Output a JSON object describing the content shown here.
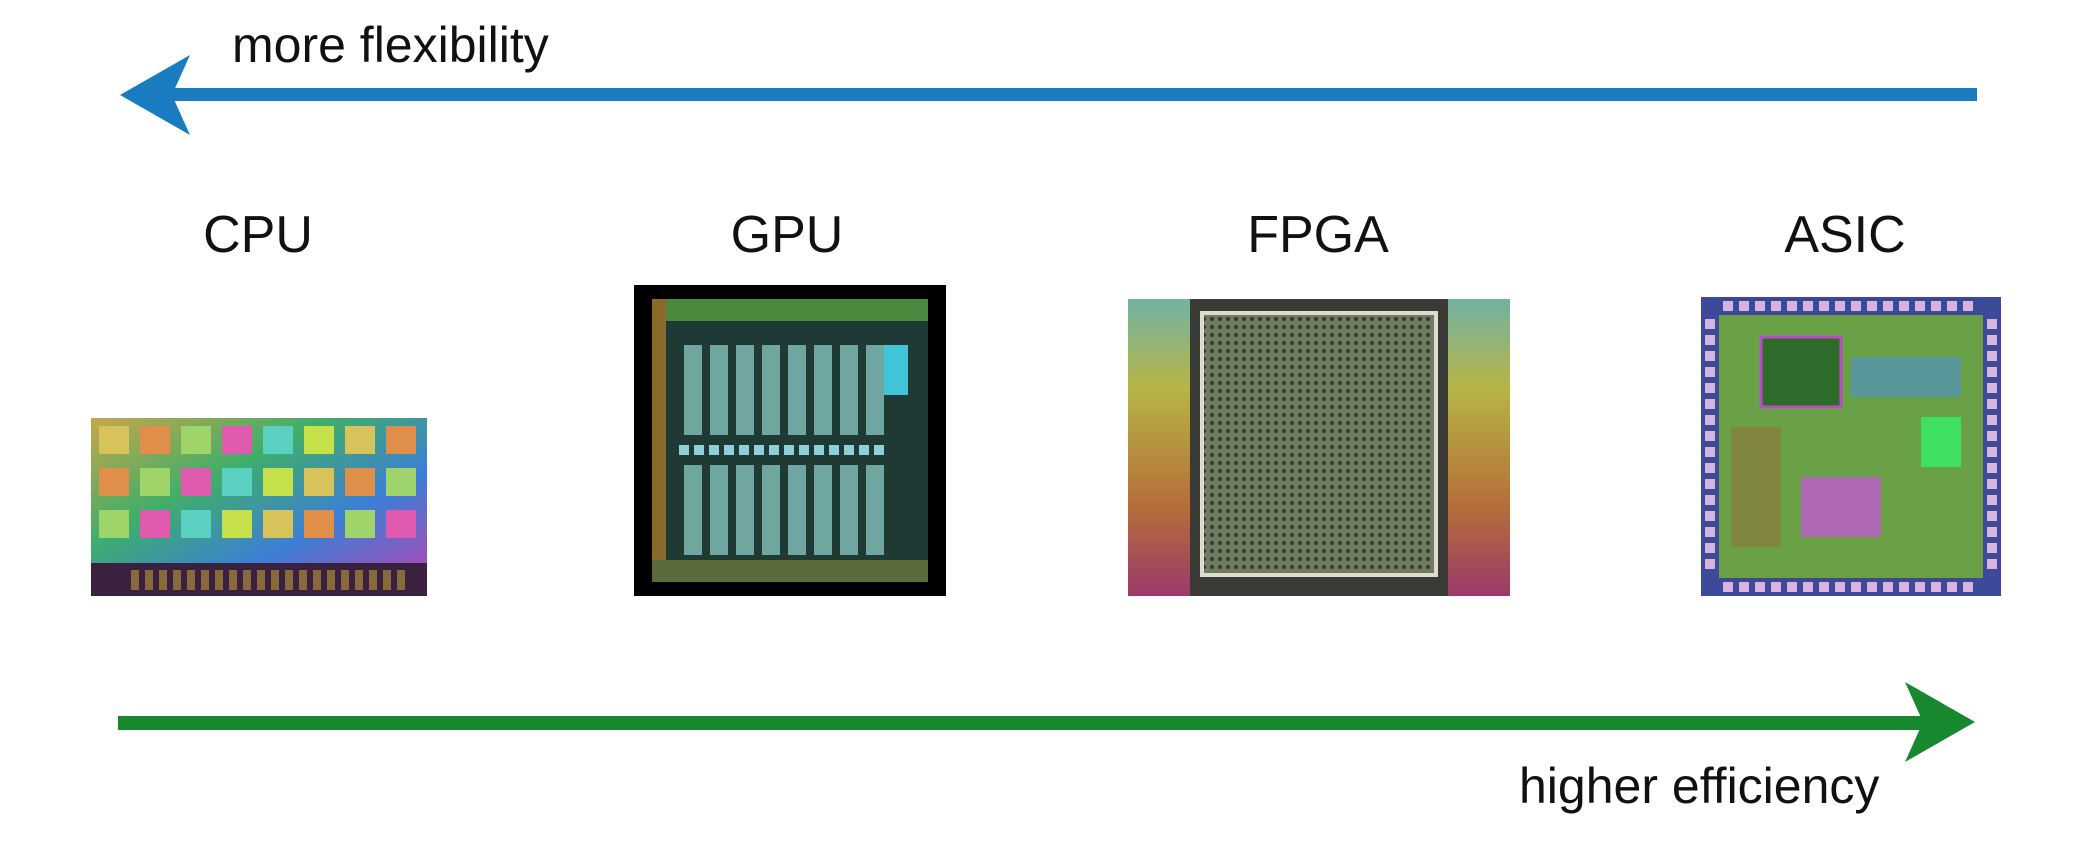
{
  "arrows": {
    "top": {
      "label": "more flexibility",
      "color": "#1a7cc0",
      "direction": "left"
    },
    "bottom": {
      "label": "higher efficiency",
      "color": "#17882e",
      "direction": "right"
    }
  },
  "chips": [
    {
      "name": "cpu",
      "label": "CPU"
    },
    {
      "name": "gpu",
      "label": "GPU"
    },
    {
      "name": "fpga",
      "label": "FPGA"
    },
    {
      "name": "asic",
      "label": "ASIC"
    }
  ]
}
